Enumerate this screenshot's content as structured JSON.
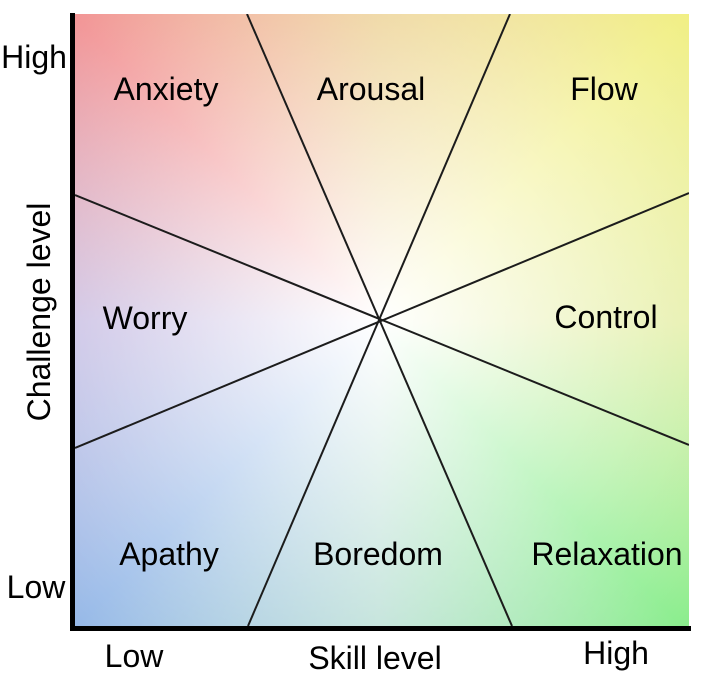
{
  "diagram": {
    "kind": "flow-model-challenge-vs-skill",
    "center_fade_color": "#ffffff",
    "boundary_line_color": "#1c1c1c",
    "axis_line_color": "#000000"
  },
  "regions": [
    {
      "label": "Arousal",
      "color": "#e9c87f",
      "angle_deg": 0,
      "direction": "top"
    },
    {
      "label": "Flow",
      "color": "#f0ee7e",
      "angle_deg": 45,
      "direction": "top-right"
    },
    {
      "label": "Control",
      "color": "#dfeb92",
      "angle_deg": 90,
      "direction": "right"
    },
    {
      "label": "Relaxation",
      "color": "#83ec86",
      "angle_deg": 135,
      "direction": "bottom-right"
    },
    {
      "label": "Boredom",
      "color": "#abd8cc",
      "angle_deg": 180,
      "direction": "bottom"
    },
    {
      "label": "Apathy",
      "color": "#8fb4e6",
      "angle_deg": 225,
      "direction": "bottom-left"
    },
    {
      "label": "Worry",
      "color": "#bdb0dd",
      "angle_deg": 270,
      "direction": "left"
    },
    {
      "label": "Anxiety",
      "color": "#f18e8f",
      "angle_deg": 315,
      "direction": "top-left"
    }
  ],
  "y_axis": {
    "title": "Challenge level",
    "tick_high": "High",
    "tick_low": "Low"
  },
  "x_axis": {
    "title": "Skill level",
    "tick_low": "Low",
    "tick_high": "High"
  }
}
